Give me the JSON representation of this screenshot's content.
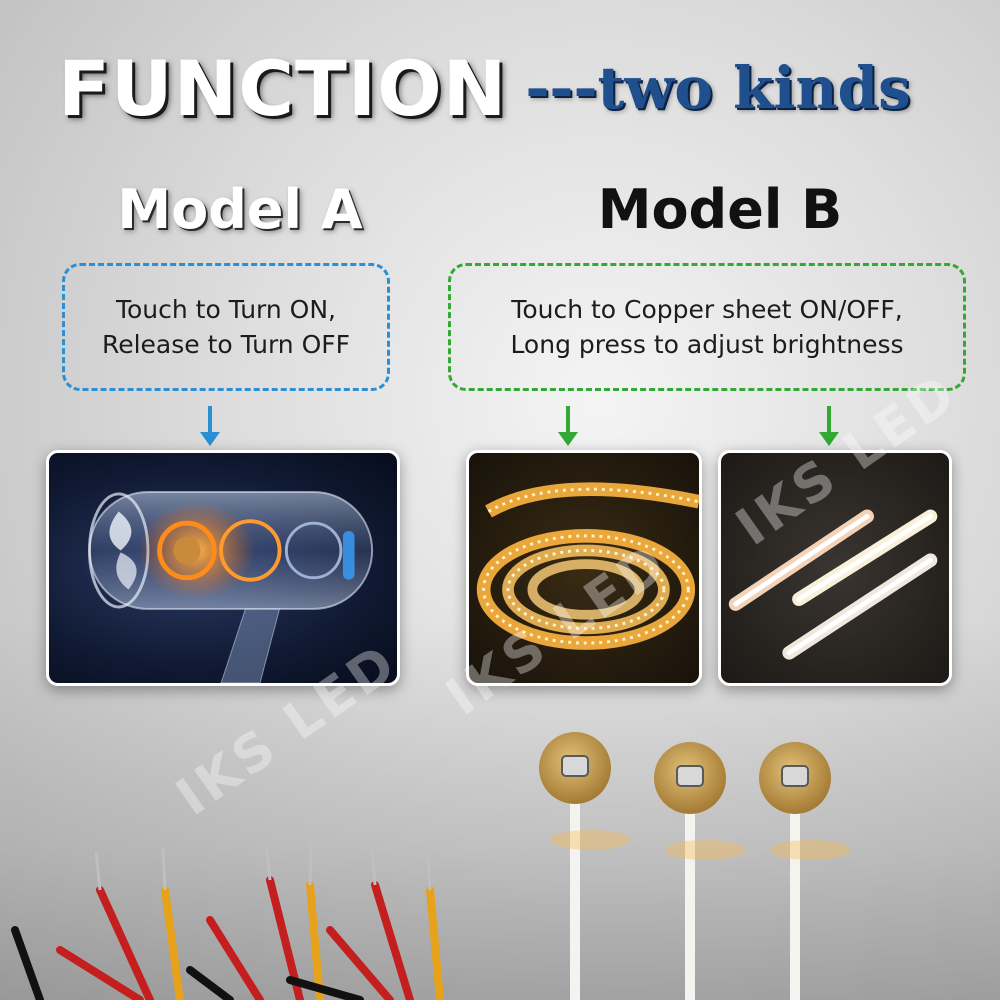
{
  "header": {
    "title": "FUNCTION",
    "subtitle": "---two kinds"
  },
  "models": [
    {
      "name": "Model A",
      "description_lines": [
        "Touch to Turn ON,",
        "Release to Turn OFF"
      ],
      "accent_color": "#2b8fd6"
    },
    {
      "name": "Model B",
      "description_lines": [
        "Touch to Copper sheet ON/OFF,",
        "Long press to adjust brightness"
      ],
      "accent_color": "#33a834"
    }
  ],
  "watermark": "IKS LED",
  "icons": {
    "photo_a": "handheld-fan-photo",
    "photo_b1": "led-strip-photo",
    "photo_b2": "led-bar-lights-photo",
    "pads": "copper-touch-pad-icon",
    "wires": "wire-leads-icon"
  }
}
